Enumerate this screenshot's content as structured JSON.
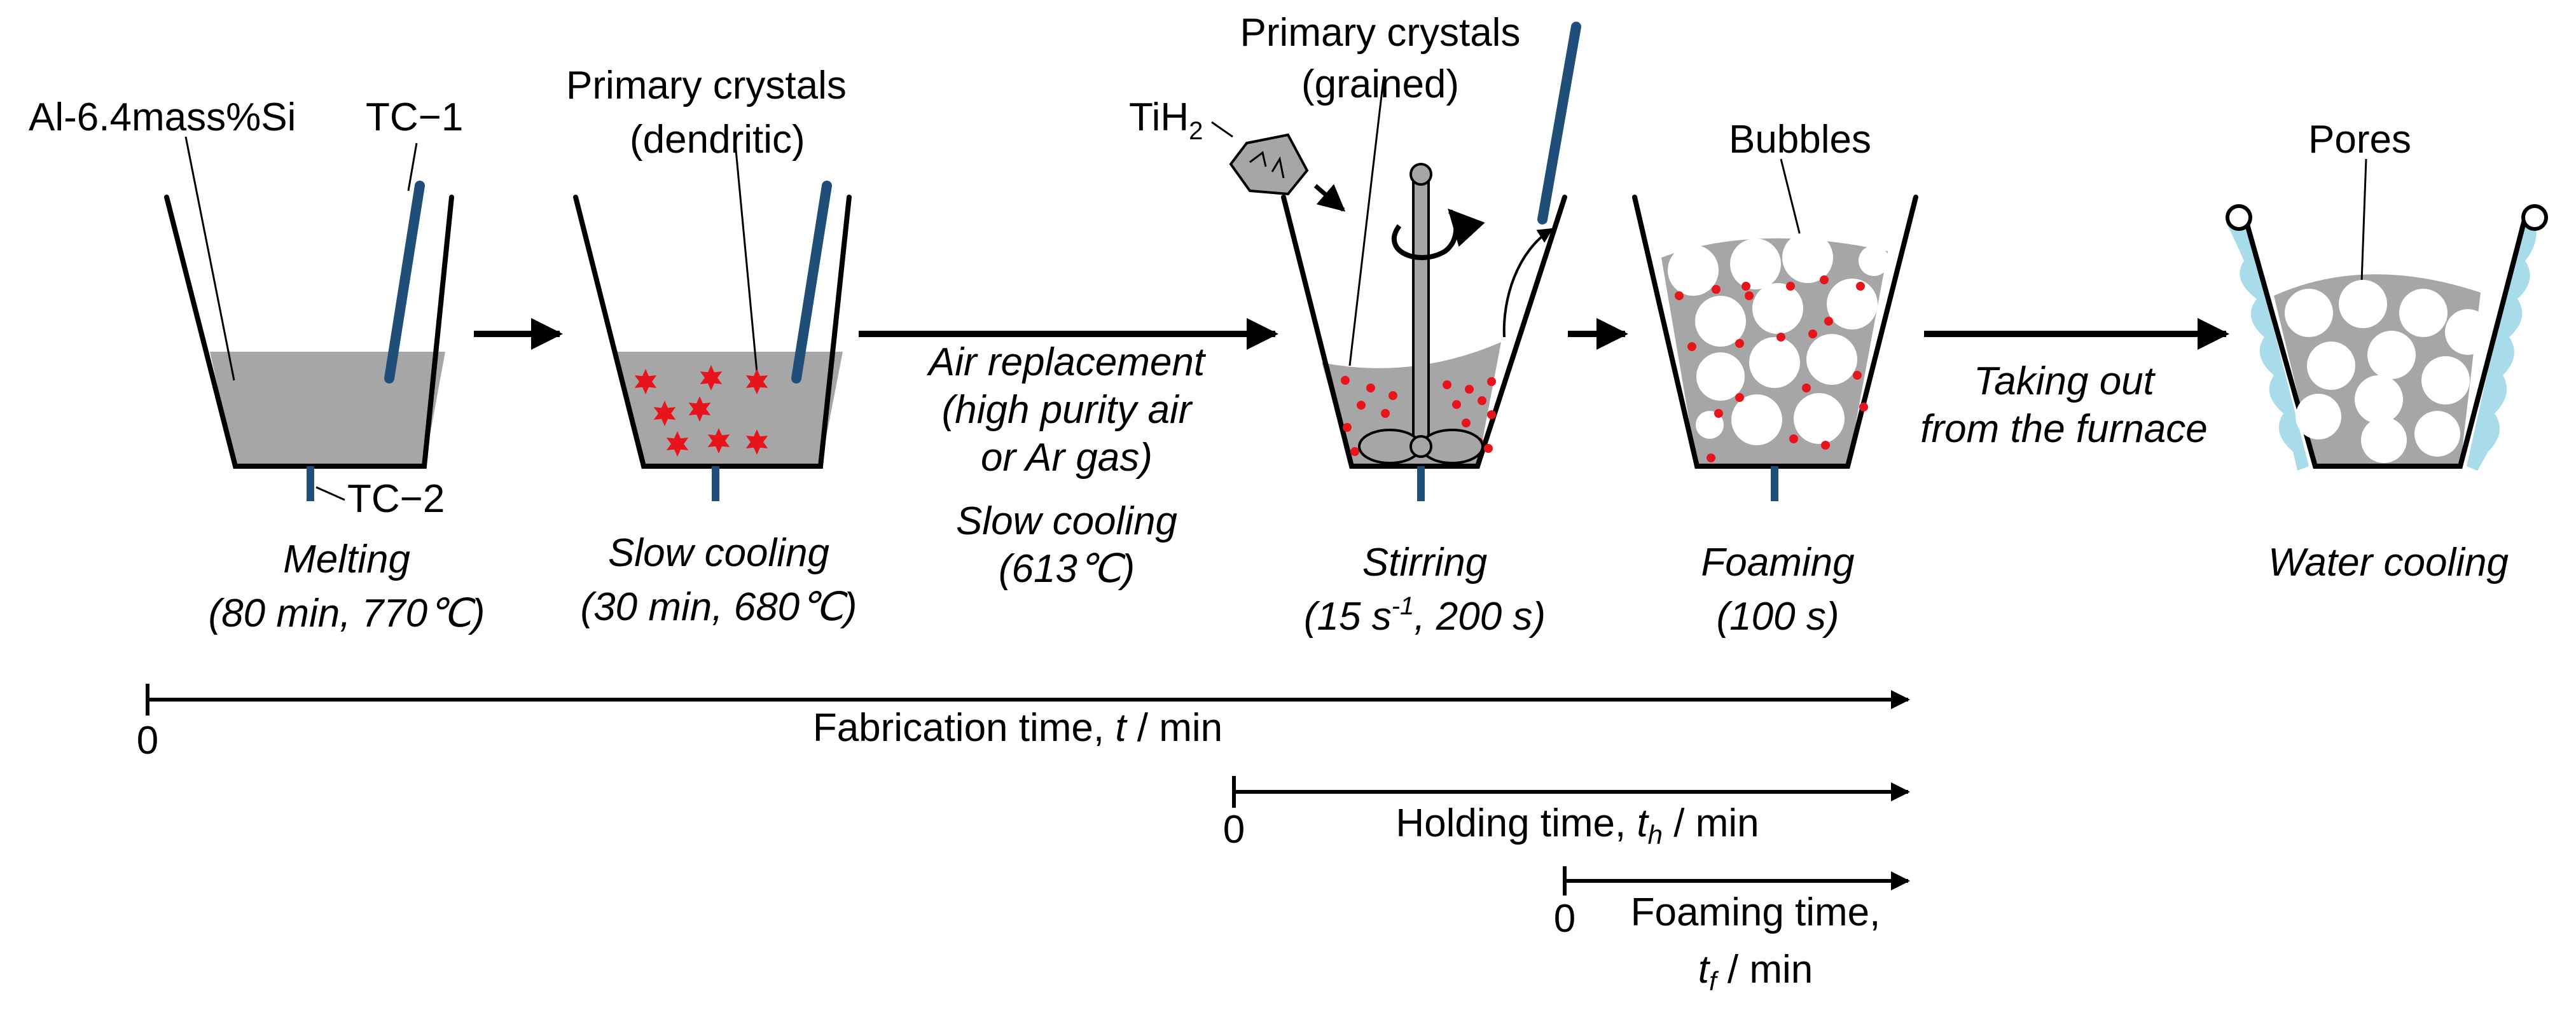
{
  "colors": {
    "melt": "#a6a6a6",
    "thermocouple": "#1f4e79",
    "crystals": "#e8141c",
    "water": "#a8dcea"
  },
  "labels": {
    "alloy": "Al-6.4mass%Si",
    "tc1": "TC−1",
    "tc2": "TC−2",
    "primary_dendritic_1": "Primary crystals",
    "primary_dendritic_2": "(dendritic)",
    "primary_grained_1": "Primary crystals",
    "primary_grained_2": "(grained)",
    "tih2": "TiH",
    "tih2_sub": "2",
    "bubbles": "Bubbles",
    "pores": "Pores"
  },
  "arrow_texts": {
    "air_1": "Air replacement",
    "air_2": "(high purity air",
    "air_3": "or Ar gas)",
    "slow_1": "Slow cooling",
    "slow_2": "(613℃)",
    "taking_1": "Taking out",
    "taking_2": "from the furnace"
  },
  "steps": [
    {
      "name": "Melting",
      "cond": "(80 min, 770℃)"
    },
    {
      "name": "Slow cooling",
      "cond": "(30 min, 680℃)"
    },
    {
      "name": "Stirring",
      "cond_a": "(15 s",
      "cond_sup": "-1",
      "cond_b": ", 200 s)"
    },
    {
      "name": "Foaming",
      "cond": "(100 s)"
    },
    {
      "name": "Water cooling"
    }
  ],
  "time_axes": {
    "zero": "0",
    "fabrication_a": "Fabrication time, ",
    "fabrication_var": "t",
    "fabrication_b": " / min",
    "holding_a": "Holding time, ",
    "holding_var": "t",
    "holding_sub": "h",
    "holding_b": " / min",
    "foaming_1": "Foaming time,",
    "foaming_var": "t",
    "foaming_sub": "f",
    "foaming_b": " / min"
  }
}
